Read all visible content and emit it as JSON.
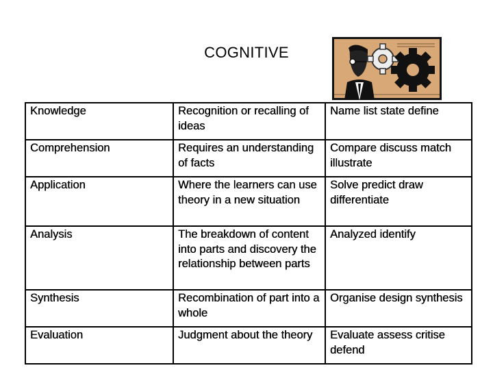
{
  "title": "COGNITIVE",
  "clipart": {
    "icon": "businessman-gears-icon",
    "colors": {
      "background": "#d9a877",
      "gear": "#111111"
    }
  },
  "rows": [
    {
      "level": "Knowledge",
      "description": "Recognition or recalling of ideas",
      "verbs": "Name list state define"
    },
    {
      "level": "Comprehension",
      "description": "Requires an understanding of facts",
      "verbs": "Compare discuss match illustrate"
    },
    {
      "level": "Application",
      "description": "Where the learners can use theory in a new situation",
      "verbs": "Solve predict draw differentiate"
    },
    {
      "level": "Analysis",
      "description": "The breakdown of content into parts and discovery the relationship between parts",
      "verbs": "Analyzed identify"
    },
    {
      "level": "Synthesis",
      "description": "Recombination of part into a whole",
      "verbs": "Organise design synthesis"
    },
    {
      "level": "Evaluation",
      "description": "Judgment about the theory",
      "verbs": "Evaluate assess critise defend"
    }
  ]
}
